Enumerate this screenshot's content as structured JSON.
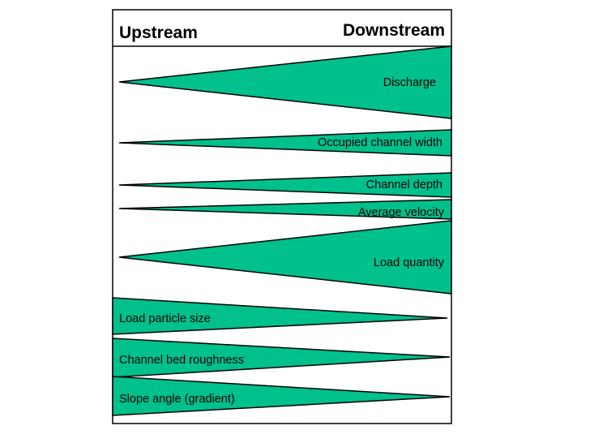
{
  "header": {
    "left": "Upstream",
    "right": "Downstream"
  },
  "colors": {
    "wedge_fill": "#00c08c",
    "outline": "#000000",
    "background": "#ffffff"
  },
  "increasing_downstream": [
    {
      "label": "Discharge"
    },
    {
      "label": "Occupied channel width"
    },
    {
      "label": "Channel depth"
    },
    {
      "label": "Average velocity"
    },
    {
      "label": "Load quantity"
    }
  ],
  "decreasing_downstream": [
    {
      "label": "Load particle size"
    },
    {
      "label": "Channel bed roughness"
    },
    {
      "label": "Slope angle (gradient)"
    }
  ]
}
